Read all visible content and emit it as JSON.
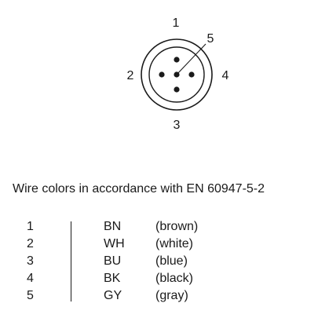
{
  "diagram": {
    "pin_labels": {
      "p1": "1",
      "p2": "2",
      "p3": "3",
      "p4": "4",
      "p5": "5"
    }
  },
  "caption": "Wire colors in accordance with EN 60947-5-2",
  "wires": [
    {
      "pin": "1",
      "code": "BN",
      "name": "(brown)"
    },
    {
      "pin": "2",
      "code": "WH",
      "name": "(white)"
    },
    {
      "pin": "3",
      "code": "BU",
      "name": "(blue)"
    },
    {
      "pin": "4",
      "code": "BK",
      "name": "(black)"
    },
    {
      "pin": "5",
      "code": "GY",
      "name": "(gray)"
    }
  ]
}
